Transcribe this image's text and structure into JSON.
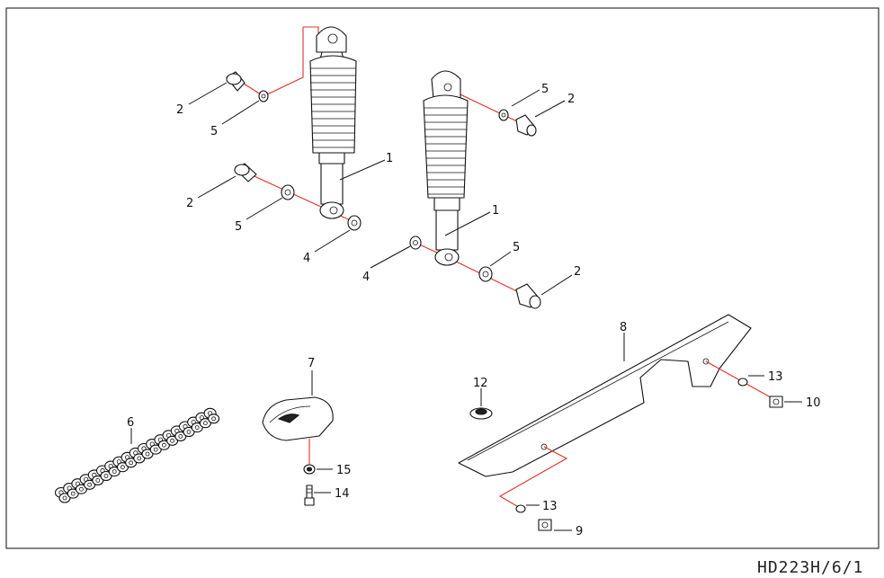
{
  "diagram": {
    "caption": "HD223H/6/1",
    "callouts": [
      {
        "id": "c-shock-left-2-top",
        "text": "2"
      },
      {
        "id": "c-shock-left-5-top",
        "text": "5"
      },
      {
        "id": "c-shock-left-1",
        "text": "1"
      },
      {
        "id": "c-shock-left-2-bot",
        "text": "2"
      },
      {
        "id": "c-shock-left-5-bot",
        "text": "5"
      },
      {
        "id": "c-shock-left-4",
        "text": "4"
      },
      {
        "id": "c-shock-right-5-top",
        "text": "5"
      },
      {
        "id": "c-shock-right-2-top",
        "text": "2"
      },
      {
        "id": "c-shock-right-1",
        "text": "1"
      },
      {
        "id": "c-shock-right-4",
        "text": "4"
      },
      {
        "id": "c-shock-right-5-bot",
        "text": "5"
      },
      {
        "id": "c-shock-right-2-bot",
        "text": "2"
      },
      {
        "id": "c-chain-6",
        "text": "6"
      },
      {
        "id": "c-guide-7",
        "text": "7"
      },
      {
        "id": "c-washer-15",
        "text": "15"
      },
      {
        "id": "c-bolt-14",
        "text": "14"
      },
      {
        "id": "c-grommet-12",
        "text": "12"
      },
      {
        "id": "c-guard-8",
        "text": "8"
      },
      {
        "id": "c-washer-13-top",
        "text": "13"
      },
      {
        "id": "c-bolt-10",
        "text": "10"
      },
      {
        "id": "c-washer-13-bot",
        "text": "13"
      },
      {
        "id": "c-bolt-9",
        "text": "9"
      }
    ]
  },
  "colors": {
    "axis_line": "#e0302a",
    "ink": "#111111",
    "frame": "#333333"
  }
}
